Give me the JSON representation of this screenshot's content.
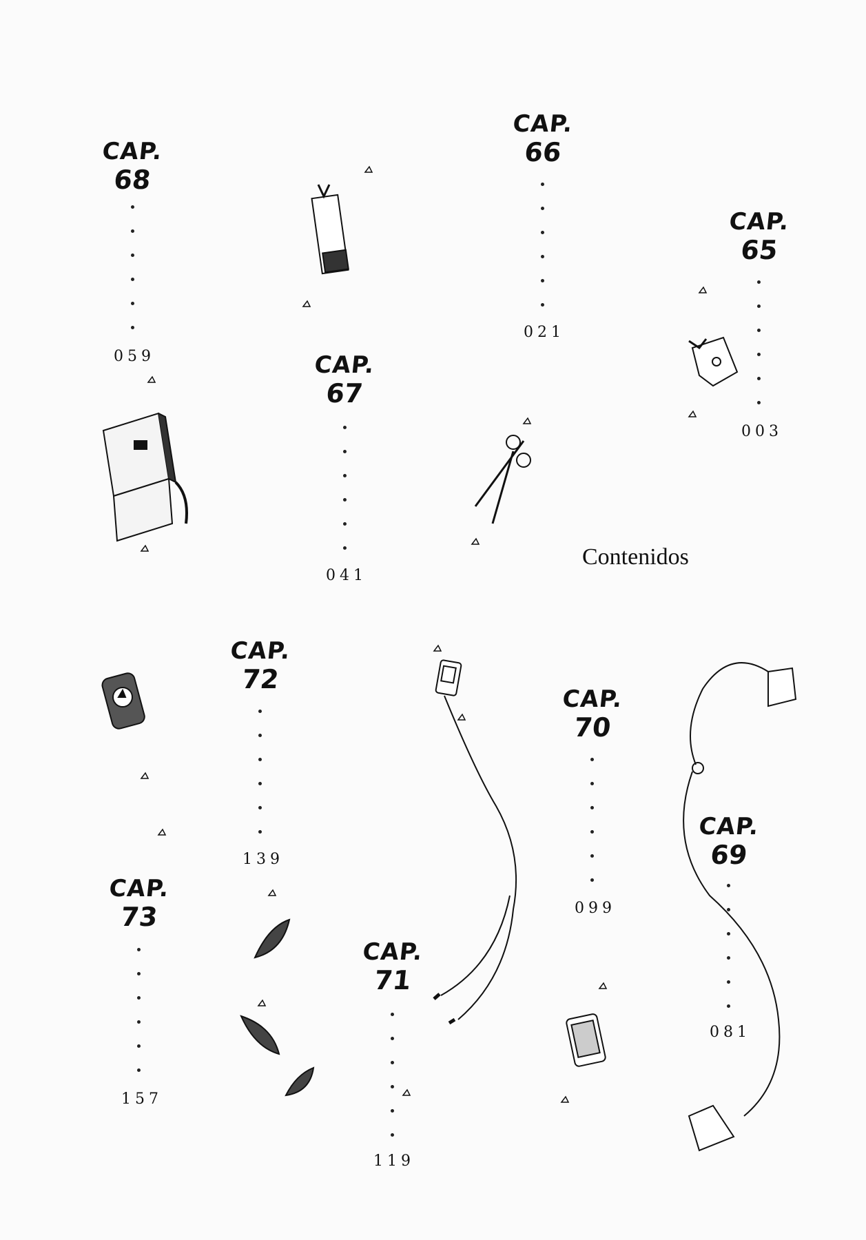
{
  "title": "Contenidos",
  "chapters": [
    {
      "label": "CAP.",
      "number": "68",
      "page": "059"
    },
    {
      "label": "CAP.",
      "number": "67",
      "page": "041"
    },
    {
      "label": "CAP.",
      "number": "66",
      "page": "021"
    },
    {
      "label": "CAP.",
      "number": "65",
      "page": "003"
    },
    {
      "label": "CAP.",
      "number": "72",
      "page": "139"
    },
    {
      "label": "CAP.",
      "number": "70",
      "page": "099"
    },
    {
      "label": "CAP.",
      "number": "69",
      "page": "081"
    },
    {
      "label": "CAP.",
      "number": "73",
      "page": "157"
    },
    {
      "label": "CAP.",
      "number": "71",
      "page": "119"
    }
  ],
  "illustrations": [
    "book-icon",
    "bookmark-icon",
    "scissors-icon",
    "gift-bag-icon",
    "soda-can-icon",
    "leaf-icon",
    "music-player-icon",
    "phone-icon",
    "cup-phone-icon"
  ]
}
